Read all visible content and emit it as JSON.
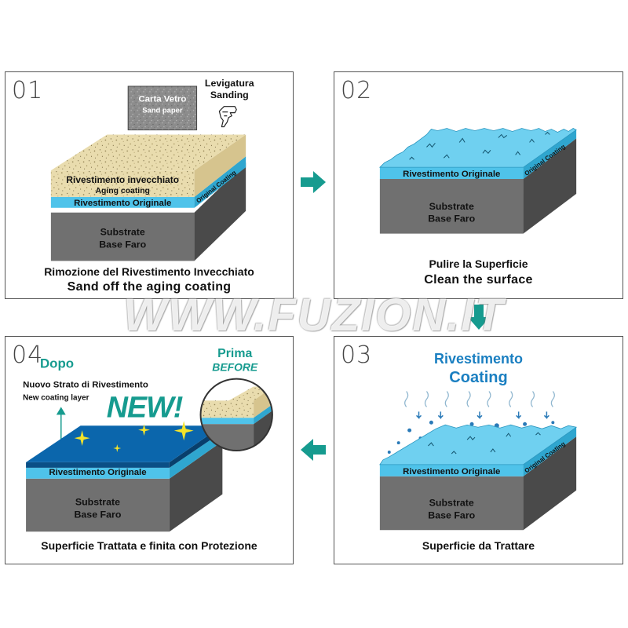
{
  "watermark": "WWW.FUZION.IT",
  "colors": {
    "substrate_front": "#707070",
    "substrate_side": "#4a4a4a",
    "original_coating": "#4fc3ea",
    "aging_coating": "#e9dcae",
    "new_coating": "#0b66ac",
    "accent_teal": "#169b8f",
    "coating_title_blue": "#1a7fc1",
    "sparkle": "#f4e32a"
  },
  "panels": [
    {
      "number": "01",
      "sandpaper": {
        "line1": "Carta Vetro",
        "line2": "Sand paper"
      },
      "sanding": {
        "line1": "Levigatura",
        "line2": "Sanding"
      },
      "aging_label": "Rivestimento invecchiato",
      "aging_sub": "Aging coating",
      "original_label": "Rivestimento Originale",
      "original_side": "Original Coating",
      "substrate_line1": "Substrate",
      "substrate_line2": "Base Faro",
      "caption_it": "Rimozione del Rivestimento Invecchiato",
      "caption_en": "Sand off the aging coating"
    },
    {
      "number": "02",
      "original_label": "Rivestimento Originale",
      "original_side": "Original Coating",
      "substrate_line1": "Substrate",
      "substrate_line2": "Base Faro",
      "caption_it": "Pulire la Superficie",
      "caption_en": "Clean the surface"
    },
    {
      "number": "03",
      "title_it": "Rivestimento",
      "title_en": "Coating",
      "original_label": "Rivestimento Originale",
      "original_side": "Original Coating",
      "substrate_line1": "Substrate",
      "substrate_line2": "Base Faro",
      "caption": "Superficie da Trattare"
    },
    {
      "number": "04",
      "dopo": "Dopo",
      "new_layer_it": "Nuovo Strato di Rivestimento",
      "new_layer_en": "New coating layer",
      "new_badge": "NEW!",
      "prima": "Prima",
      "before": "BEFORE",
      "original_label": "Rivestimento Originale",
      "substrate_line1": "Substrate",
      "substrate_line2": "Base Faro",
      "caption": "Superficie Trattata e finita con Protezione"
    }
  ]
}
